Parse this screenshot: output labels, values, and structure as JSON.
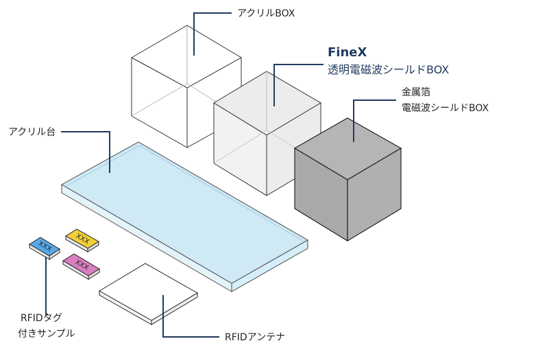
{
  "labels": {
    "acrylic_box": "アクリルBOX",
    "finex_title": "FineX",
    "finex_subtitle": "透明電磁波シールドBOX",
    "metal_line1": "金属箔",
    "metal_line2": "電磁波シールドBOX",
    "acrylic_stand": "アクリル台",
    "rfid_tag_line1": "RFIDタグ",
    "rfid_tag_line2": "付きサンプル",
    "rfid_antenna": "RFIDアンテナ",
    "tag_code_1": "XXX",
    "tag_code_2": "XXX",
    "tag_code_3": "XXX"
  },
  "colors": {
    "finex_brand": "#1f3a5f",
    "leader_line": "#1f3a5f",
    "metal_box_face": "#b5b5b5",
    "acrylic_stand_fill": "#cfe9f5",
    "tag_blue": "#5aa9e6",
    "tag_yellow": "#f2cf3a",
    "tag_pink": "#d97fc0"
  }
}
